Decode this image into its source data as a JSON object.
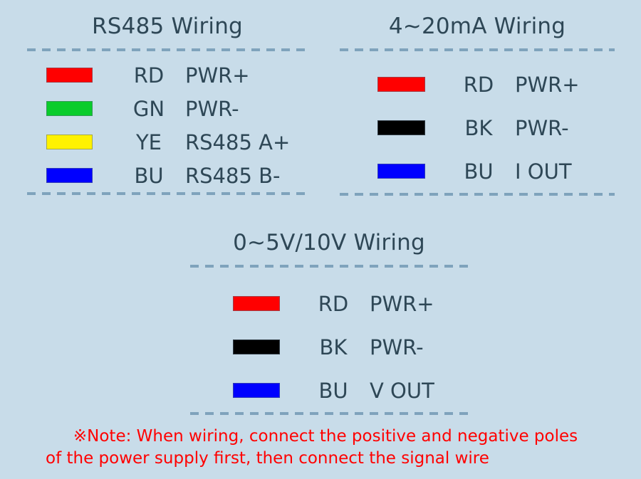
{
  "background_color": "#c8dce9",
  "text_color": "#2e4756",
  "rule_color": "#7fa3bc",
  "note_color": "#ff0000",
  "panels": {
    "rs485": {
      "title": "RS485 Wiring",
      "rows": [
        {
          "swatch_color": "#ff0000",
          "swatch_name": "red-wire-swatch",
          "code": "RD",
          "function": "PWR+"
        },
        {
          "swatch_color": "#0acc2b",
          "swatch_name": "green-wire-swatch",
          "code": "GN",
          "function": "PWR-"
        },
        {
          "swatch_color": "#fff200",
          "swatch_name": "yellow-wire-swatch",
          "code": "YE",
          "function": "RS485 A+"
        },
        {
          "swatch_color": "#0000ff",
          "swatch_name": "blue-wire-swatch",
          "code": "BU",
          "function": "RS485 B-"
        }
      ]
    },
    "current_loop": {
      "title": "4~20mA Wiring",
      "rows": [
        {
          "swatch_color": "#ff0000",
          "swatch_name": "red-wire-swatch",
          "code": "RD",
          "function": "PWR+"
        },
        {
          "swatch_color": "#000000",
          "swatch_name": "black-wire-swatch",
          "code": "BK",
          "function": "PWR-"
        },
        {
          "swatch_color": "#0000ff",
          "swatch_name": "blue-wire-swatch",
          "code": "BU",
          "function": "I OUT"
        }
      ]
    },
    "voltage": {
      "title": "0~5V/10V Wiring",
      "rows": [
        {
          "swatch_color": "#ff0000",
          "swatch_name": "red-wire-swatch",
          "code": "RD",
          "function": "PWR+"
        },
        {
          "swatch_color": "#000000",
          "swatch_name": "black-wire-swatch",
          "code": "BK",
          "function": "PWR-"
        },
        {
          "swatch_color": "#0000ff",
          "swatch_name": "blue-wire-swatch",
          "code": "BU",
          "function": "V OUT"
        }
      ]
    }
  },
  "note": {
    "line1": "※Note: When wiring, connect the positive and negative poles",
    "line2": "of the power supply first, then connect the signal wire"
  }
}
